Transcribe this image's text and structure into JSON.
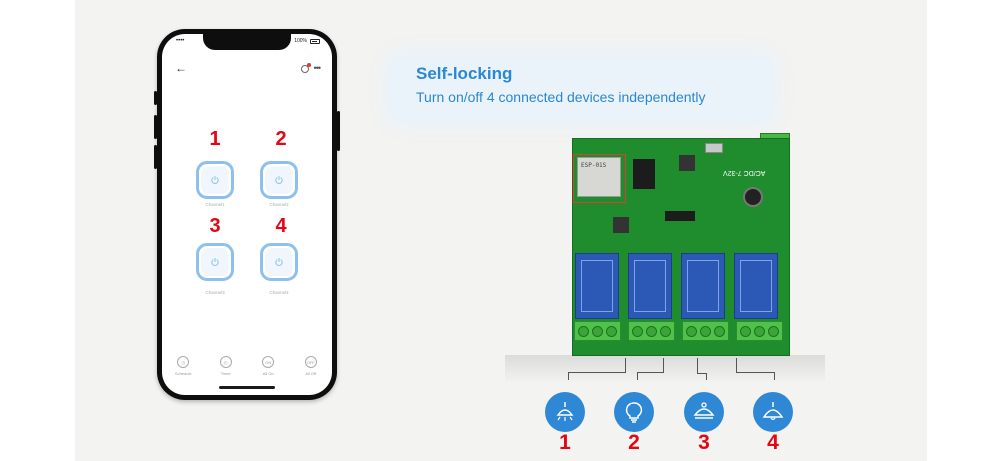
{
  "app": {
    "statusbar": {
      "time": "•••• ",
      "battery": "100%"
    },
    "channels": [
      {
        "number": "1",
        "label": "Channel1"
      },
      {
        "number": "2",
        "label": "Channel2"
      },
      {
        "number": "3",
        "label": "Channel3"
      },
      {
        "number": "4",
        "label": "Channel4"
      }
    ],
    "tabs": [
      {
        "label": "Schedule",
        "icon": "clock-icon"
      },
      {
        "label": "Timer",
        "icon": "timer-icon"
      },
      {
        "label": "All On",
        "icon": "all-on-icon"
      },
      {
        "label": "All Off",
        "icon": "all-off-icon"
      }
    ]
  },
  "callout": {
    "title": "Self-locking",
    "subtitle": "Turn on/off 4 connected devices independently"
  },
  "board": {
    "module_text": "ESP-01S",
    "power_label": "AC/DC 7-32V"
  },
  "devices": [
    {
      "number": "1",
      "icon": "ceiling-lamp-icon"
    },
    {
      "number": "2",
      "icon": "light-bulb-icon"
    },
    {
      "number": "3",
      "icon": "pendant-lamp-icon"
    },
    {
      "number": "4",
      "icon": "dome-lamp-icon"
    }
  ],
  "colors": {
    "accent": "#2a87d3",
    "number_red": "#e30613",
    "button_ring": "#8ec0ee",
    "pcb_green": "#1f8d2e",
    "relay_blue": "#2c58b6"
  }
}
